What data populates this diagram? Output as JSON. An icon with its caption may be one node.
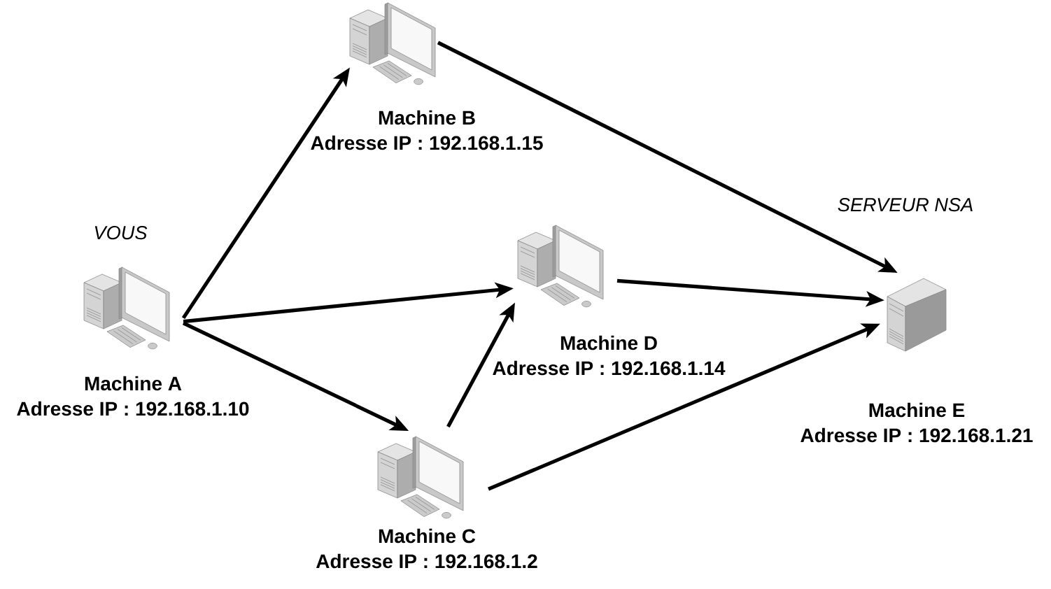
{
  "diagram": {
    "nodes": [
      {
        "text": [
          "Machine A",
          "Adresse IP : 192.168.1.10"
        ],
        "beside": [
          "VOUS"
        ]
      },
      {
        "text": [
          "Machine B",
          "Adresse IP : 192.168.1.15"
        ]
      },
      {
        "text": [
          "Machine C",
          "Adresse IP : 192.168.1.2"
        ]
      },
      {
        "text": [
          "Machine D",
          "Adresse IP : 192.168.1.14"
        ]
      },
      {
        "text": [
          "Machine E",
          "Adresse IP : 192.168.1.21"
        ],
        "beside": [
          "SERVEUR NSA"
        ]
      }
    ],
    "edges": [
      {
        "from": 0,
        "to": 1,
        "arrow": "to"
      },
      {
        "from": 0,
        "to": 3,
        "arrow": "to"
      },
      {
        "from": 0,
        "to": 2,
        "arrow": "to"
      },
      {
        "from": 2,
        "to": 3,
        "arrow": "to"
      },
      {
        "from": 1,
        "to": 4,
        "arrow": "to"
      },
      {
        "from": 3,
        "to": 4,
        "arrow": "to"
      },
      {
        "from": 2,
        "to": 4,
        "arrow": "to"
      }
    ]
  }
}
